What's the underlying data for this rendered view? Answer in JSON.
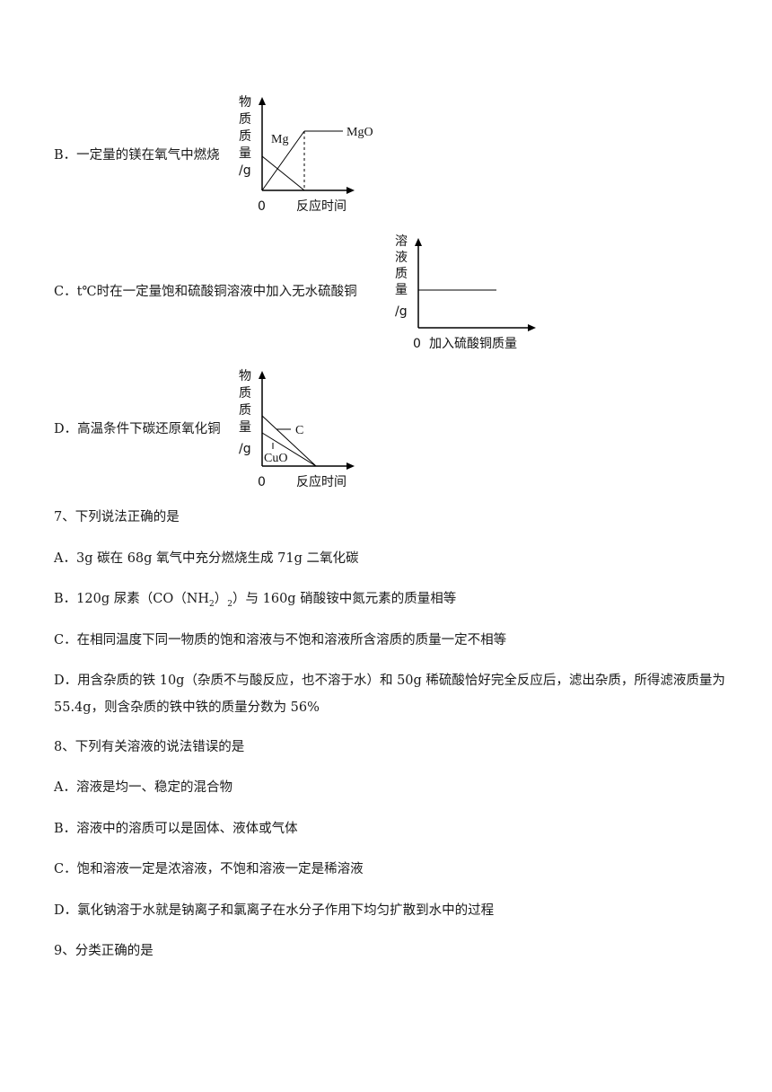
{
  "optB": {
    "text": "B．一定量的镁在氧气中燃烧",
    "graph": {
      "ylabel": [
        "物",
        "质",
        "质",
        "量",
        "/g"
      ],
      "origin": "0",
      "xlabel": "反应时间",
      "mg": "Mg",
      "mgo": "MgO"
    }
  },
  "optC": {
    "text": "C．t℃时在一定量饱和硫酸铜溶液中加入无水硫酸铜",
    "graph": {
      "ylabel": [
        "溶",
        "液",
        "质",
        "量",
        "/g"
      ],
      "origin": "0",
      "xlabel": "加入硫酸铜质量"
    }
  },
  "optD": {
    "text": "D．高温条件下碳还原氧化铜",
    "graph": {
      "ylabel": [
        "物",
        "质",
        "质",
        "量",
        "/g"
      ],
      "origin": "0",
      "xlabel": "反应时间",
      "c": "C",
      "cuo": "CuO"
    }
  },
  "q7": {
    "stem": "7、下列说法正确的是",
    "a": "A．3g 碳在 68g 氧气中充分燃烧生成 71g 二氧化碳",
    "b_pre": "B．120g 尿素（CO（NH",
    "b_sub": "2",
    "b_mid": "）",
    "b_sub2": "2",
    "b_post": "）与 160g 硝酸铵中氮元素的质量相等",
    "c": "C．在相同温度下同一物质的饱和溶液与不饱和溶液所含溶质的质量一定不相等",
    "d": "D．用含杂质的铁 10g（杂质不与酸反应，也不溶于水）和 50g 稀硫酸恰好完全反应后，滤出杂质，所得滤液质量为 55.4g，则含杂质的铁中铁的质量分数为 56%"
  },
  "q8": {
    "stem": "8、下列有关溶液的说法错误的是",
    "a": "A．溶液是均一、稳定的混合物",
    "b": "B．溶液中的溶质可以是固体、液体或气体",
    "c": "C．饱和溶液一定是浓溶液，不饱和溶液一定是稀溶液",
    "d": "D．氯化钠溶于水就是钠离子和氯离子在水分子作用下均匀扩散到水中的过程"
  },
  "q9": {
    "stem": "9、分类正确的是"
  }
}
